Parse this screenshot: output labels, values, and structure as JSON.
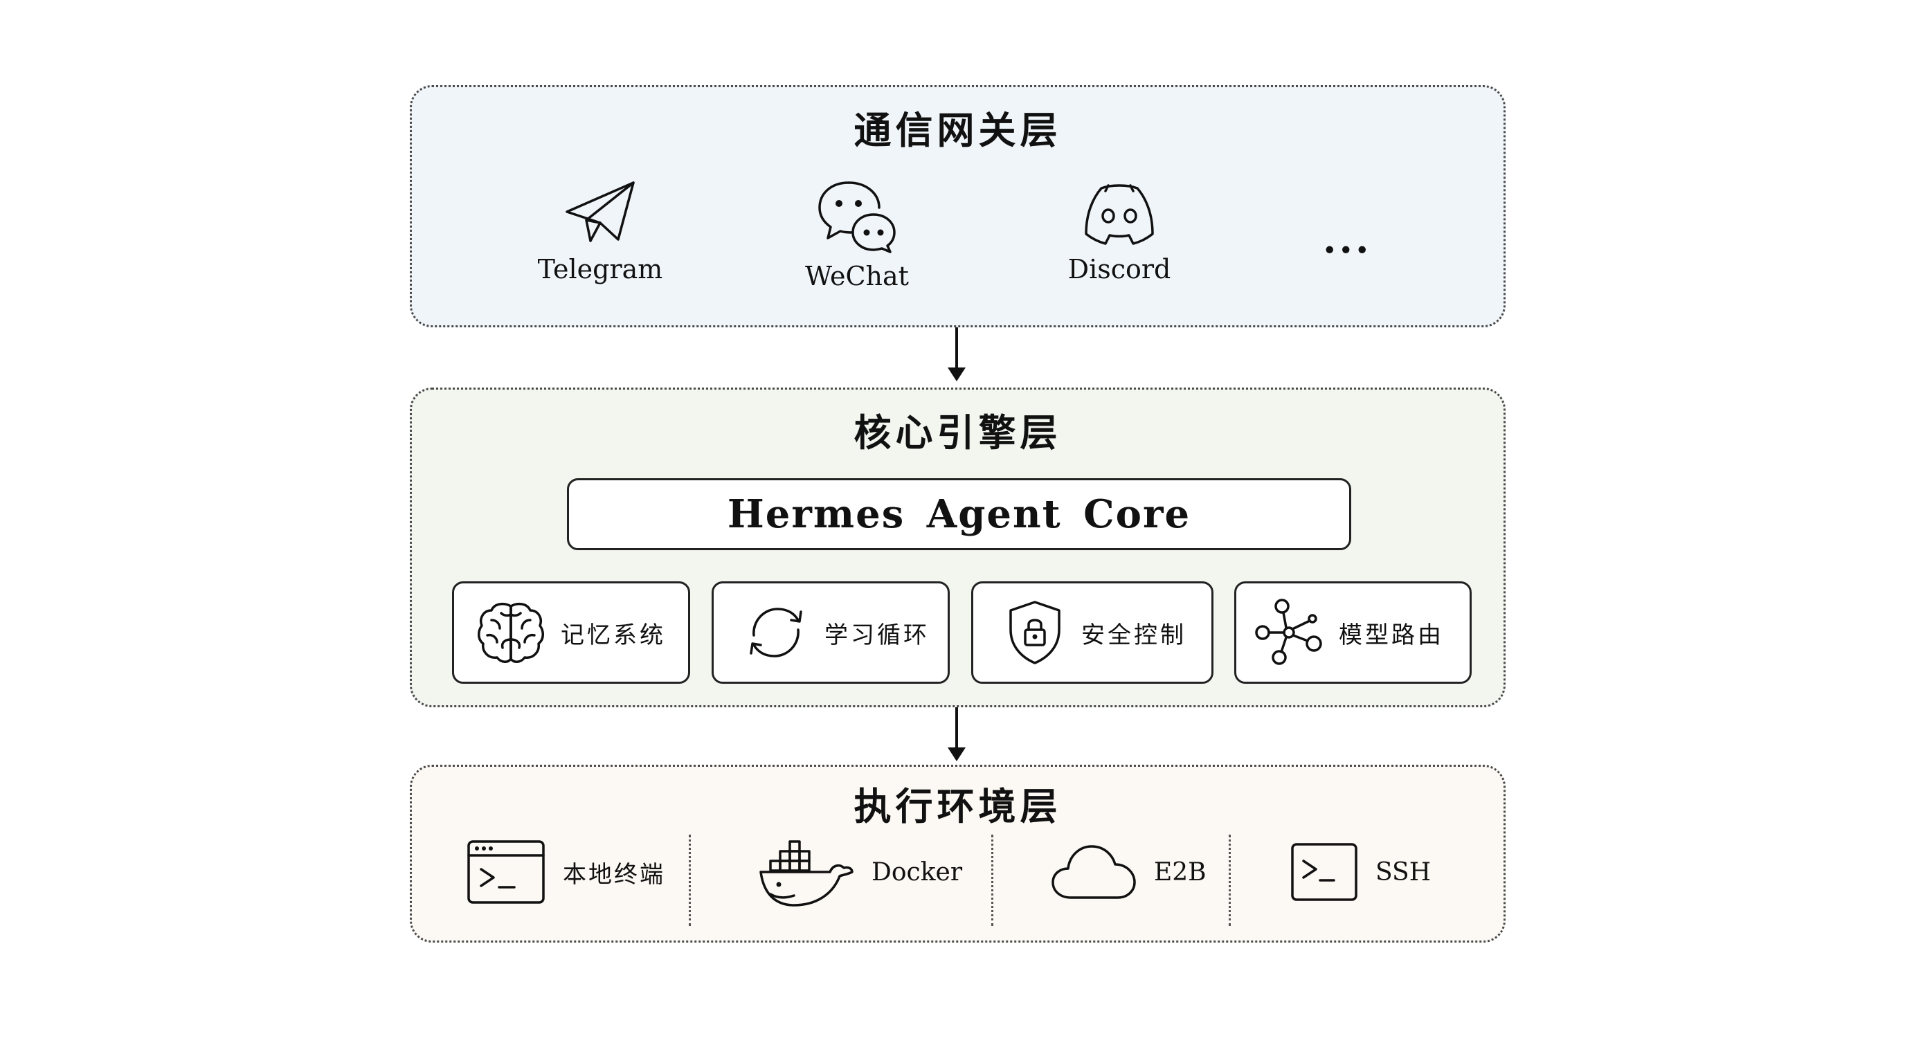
{
  "layers": {
    "gateway": {
      "title": "通信网关层",
      "channels": [
        {
          "label": "Telegram",
          "icon": "paper-plane-icon"
        },
        {
          "label": "WeChat",
          "icon": "wechat-bubbles-icon"
        },
        {
          "label": "Discord",
          "icon": "discord-icon"
        }
      ],
      "more": "..."
    },
    "core": {
      "title": "核心引擎层",
      "core_box": "Hermes Agent Core",
      "modules": [
        {
          "label": "记忆系统",
          "icon": "brain-icon"
        },
        {
          "label": "学习循环",
          "icon": "cycle-arrows-icon"
        },
        {
          "label": "安全控制",
          "icon": "shield-lock-icon"
        },
        {
          "label": "模型路由",
          "icon": "network-nodes-icon"
        }
      ]
    },
    "execution": {
      "title": "执行环境层",
      "environments": [
        {
          "label": "本地终端",
          "icon": "terminal-window-icon"
        },
        {
          "label": "Docker",
          "icon": "docker-whale-icon"
        },
        {
          "label": "E2B",
          "icon": "cloud-icon"
        },
        {
          "label": "SSH",
          "icon": "ssh-prompt-icon"
        }
      ]
    }
  },
  "colors": {
    "gateway_bg": "#f0f5fa",
    "core_bg": "#f2f6ef",
    "execution_bg": "#fcf8f3",
    "border": "#4a4a4a",
    "ink": "#111111"
  }
}
